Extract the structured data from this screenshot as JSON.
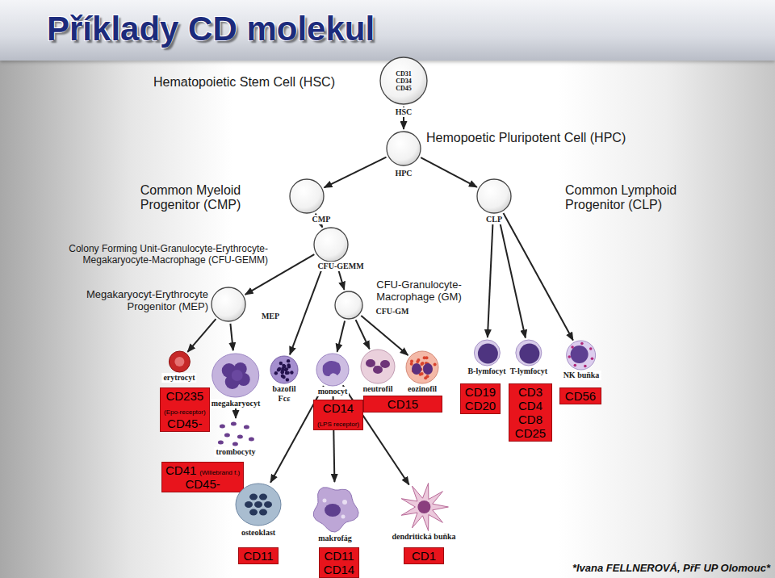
{
  "diagram": {
    "title": "Příklady CD molekul",
    "nodes": [
      {
        "text": [
          "CD31 CD34 CD45",
          "HSC"
        ]
      },
      {
        "text": [
          "HPC"
        ]
      },
      {
        "text": [
          "CMP"
        ]
      },
      {
        "text": [
          "CLP"
        ]
      },
      {
        "text": [
          "CFU-GEMM"
        ]
      },
      {
        "text": [
          "MEP"
        ]
      },
      {
        "text": [
          "CFU-GM"
        ]
      },
      {
        "text": [
          "B-lymfocyt"
        ]
      },
      {
        "text": [
          "T-lymfocyt"
        ]
      },
      {
        "text": [
          "NK buňka"
        ]
      },
      {
        "text": [
          "erytrocyt"
        ]
      },
      {
        "text": [
          "bazofil",
          "Fcε"
        ]
      },
      {
        "text": [
          "monocyt"
        ]
      },
      {
        "text": [
          "neutrofil"
        ]
      },
      {
        "text": [
          "eozinofil"
        ]
      },
      {
        "text": [
          "megakaryocyt"
        ]
      },
      {
        "text": [
          "CD235",
          "(Epo-receptor)",
          "CD45-"
        ]
      },
      {
        "text": [
          "CD14",
          "(LPS receptor)"
        ]
      },
      {
        "text": [
          "CD15"
        ]
      },
      {
        "text": [
          "CD19 CD20"
        ]
      },
      {
        "text": [
          "CD3 CD4 CD8 CD25"
        ]
      },
      {
        "text": [
          "CD56"
        ]
      },
      {
        "text": [
          "trombocyty"
        ]
      },
      {
        "text": [
          "CD41",
          "(Willebrand f.)",
          "CD45-"
        ]
      },
      {
        "text": [
          "osteoklast"
        ]
      },
      {
        "text": [
          "makrofág"
        ]
      },
      {
        "text": [
          "dendritická buňka"
        ]
      },
      {
        "text": [
          "CD11"
        ]
      },
      {
        "text": [
          "CD11 CD14"
        ]
      },
      {
        "text": [
          "CD1"
        ]
      }
    ],
    "edges": [
      {
        "from": 0,
        "to": 1,
        "arrow": "to"
      },
      {
        "from": 1,
        "to": 2,
        "arrow": "to"
      },
      {
        "from": 1,
        "to": 3,
        "arrow": "to"
      },
      {
        "from": 2,
        "to": 4,
        "arrow": "to"
      },
      {
        "from": 4,
        "to": 5,
        "arrow": "to"
      },
      {
        "from": 4,
        "to": 6,
        "arrow": "to"
      },
      {
        "from": 5,
        "to": 10,
        "arrow": "to"
      },
      {
        "from": 5,
        "to": 15,
        "arrow": "to"
      },
      {
        "from": 4,
        "to": 11,
        "arrow": "to"
      },
      {
        "from": 6,
        "to": 12,
        "arrow": "to"
      },
      {
        "from": 6,
        "to": 13,
        "arrow": "to"
      },
      {
        "from": 6,
        "to": 14,
        "arrow": "to"
      },
      {
        "from": 3,
        "to": 7,
        "arrow": "to"
      },
      {
        "from": 3,
        "to": 8,
        "arrow": "to"
      },
      {
        "from": 3,
        "to": 9,
        "arrow": "to"
      },
      {
        "from": 15,
        "to": 22,
        "arrow": "to"
      },
      {
        "from": 12,
        "to": 24,
        "arrow": "to"
      },
      {
        "from": 12,
        "to": 25,
        "arrow": "to"
      },
      {
        "from": 12,
        "to": 26,
        "arrow": "to"
      }
    ],
    "labels": [
      "Hematopoietic Stem Cell (HSC)",
      "Hemopoetic Pluripotent Cell (HPC)",
      "Common Myeloid Progenitor (CMP)",
      "Common Lymphoid Progenitor (CLP)",
      "Colony Forming Unit-Granulocyte-Erythrocyte- Megakaryocyte-Macrophage (CFU-GEMM)",
      "Megakaryocyt-Erythrocyte Progenitor (MEP)",
      "CFU-Granulocyte- Macrophage (GM)",
      "*Ivana FELLNEROVÁ, PřF UP Olomouc*"
    ]
  }
}
